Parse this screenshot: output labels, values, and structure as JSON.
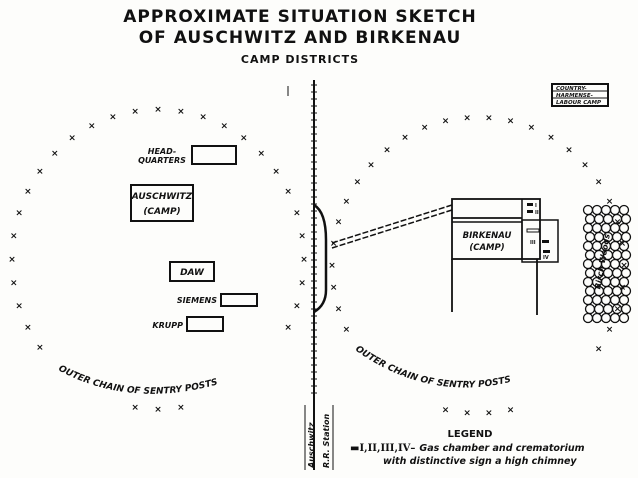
{
  "title": {
    "line1": "APPROXIMATE SITUATION SKETCH",
    "line2": "OF AUSCHWITZ AND BIRKENAU",
    "subtitle": "CAMP DISTRICTS"
  },
  "left_camp": {
    "headquarters": [
      "HEAD-",
      "QUARTERS"
    ],
    "auschwitz": [
      "AUSCHWITZ",
      "(CAMP)"
    ],
    "daw": "DAW",
    "siemens": "SIEMENS",
    "krupp": "KRUPP",
    "sentry_label": "OUTER CHAIN OF SENTRY POSTS"
  },
  "right_camp": {
    "birkenau": [
      "BIRKENAU",
      "(CAMP)"
    ],
    "crematoria": [
      "I",
      "II",
      "III",
      "IV"
    ],
    "birch_woods": "Birch Woods",
    "sentry_label": "OUTER CHAIN OF SENTRY POSTS",
    "inset_box": [
      "COUNTRY-",
      "HARMENSE-",
      "LABOUR CAMP"
    ]
  },
  "station": [
    "Auschwitz",
    "R.R. Station"
  ],
  "legend": {
    "title": "LEGEND",
    "symbols": "▬I,II,III,IV–",
    "line1": "Gas chamber and crematorium",
    "line2": "with distinctive sign a high chimney"
  }
}
